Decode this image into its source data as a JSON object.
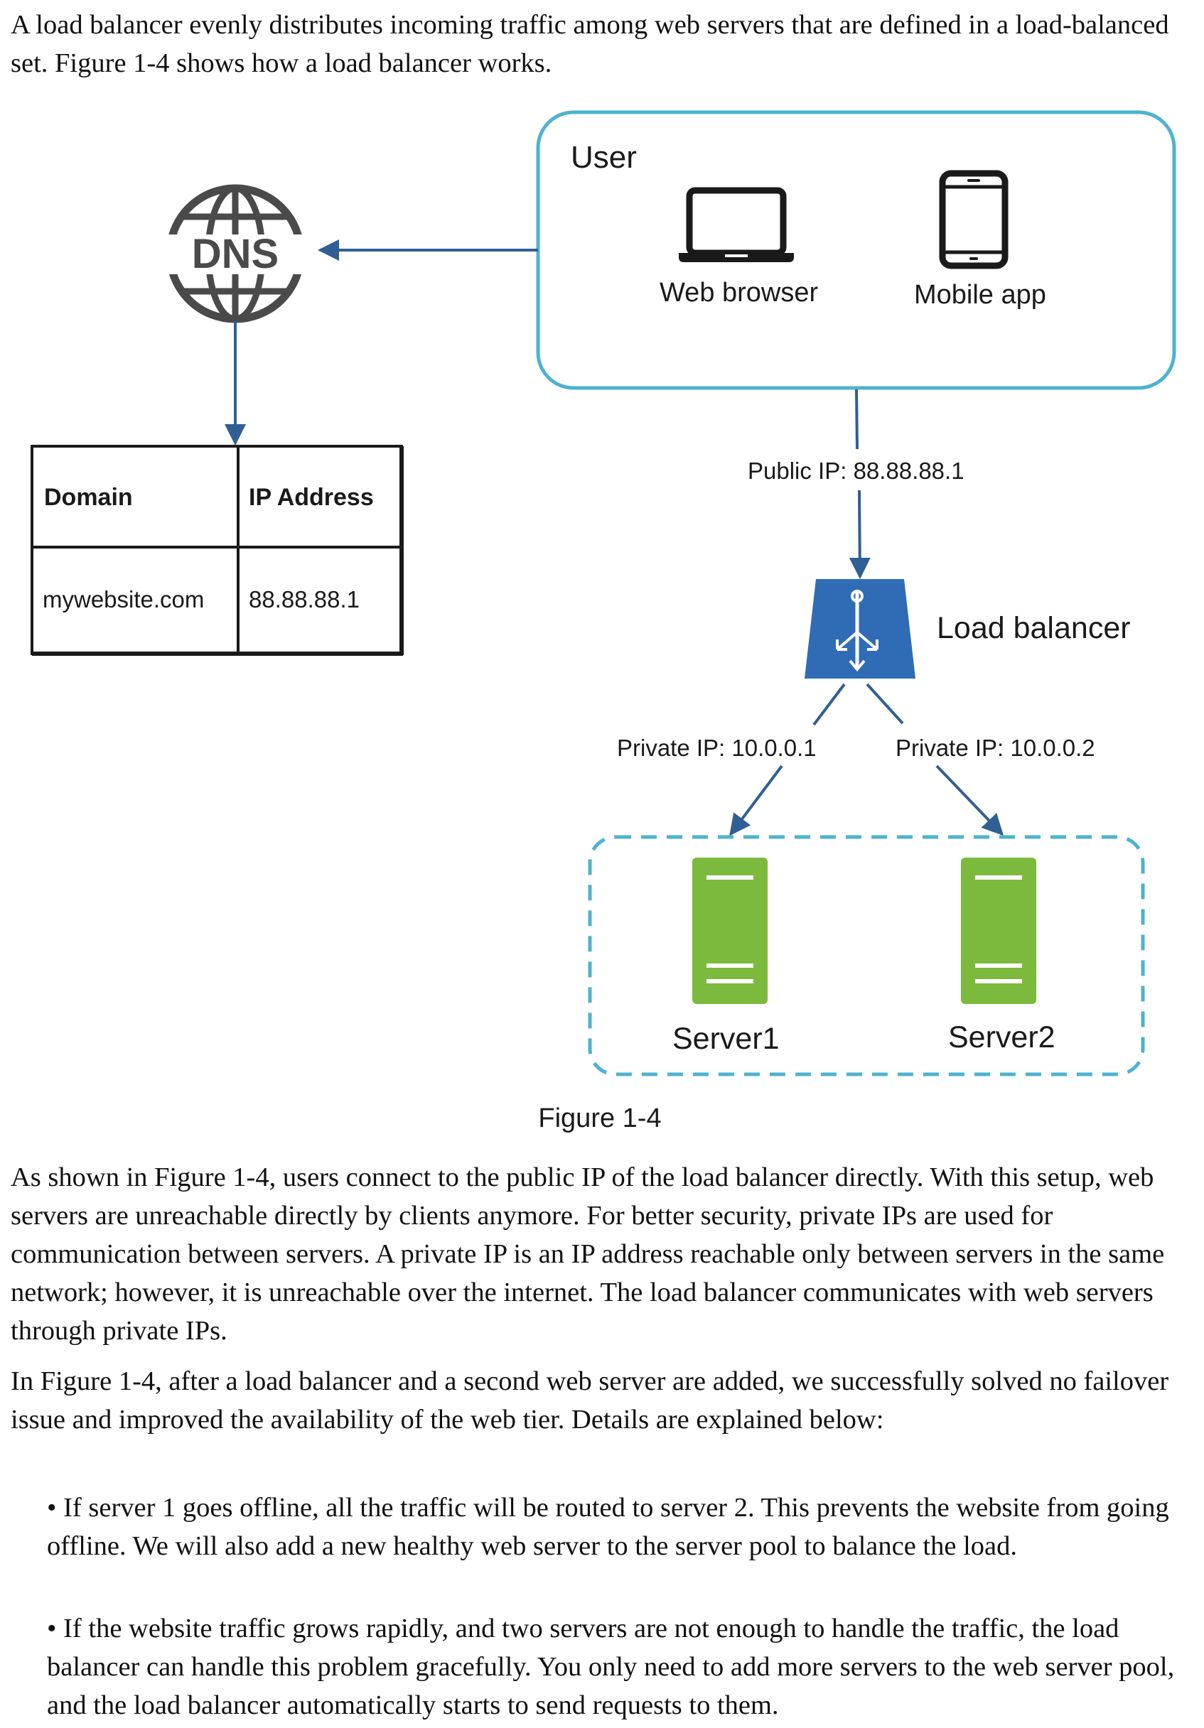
{
  "paragraphs": {
    "intro": "A load balancer evenly distributes incoming traffic among web servers that are defined in a load-balanced set. Figure 1-4 shows how a load balancer works.",
    "explain": "As shown in Figure 1-4, users connect to the public IP of the load balancer directly. With this setup, web servers are unreachable directly by clients anymore. For better security, private IPs are used for communication between servers. A private IP is an IP address reachable only between servers in the same network; however, it is unreachable over the internet. The load balancer communicates with web servers through private IPs.",
    "failover": "In Figure 1-4, after a load balancer and a second web server are added, we successfully solved no failover issue and improved the availability of the web tier. Details are explained below:"
  },
  "bullets": [
    "• If server 1 goes offline, all the traffic will be routed to server 2. This prevents the website from going offline. We will also add a new healthy web server to the server pool to balance the load.",
    "• If the website traffic grows rapidly, and two servers are not enough to handle the traffic, the load balancer can handle this problem gracefully. You only need to add more servers to the web server pool, and the load balancer automatically starts to send requests to them."
  ],
  "diagram": {
    "dns_label": "DNS",
    "user_group_label": "User",
    "web_browser_label": "Web browser",
    "mobile_app_label": "Mobile app",
    "dns_table": {
      "headers": [
        "Domain",
        "IP Address"
      ],
      "row": [
        "mywebsite.com",
        "88.88.88.1"
      ]
    },
    "public_ip_label": "Public IP: 88.88.88.1",
    "load_balancer_label": "Load balancer",
    "private_ip_1_label": "Private IP: 10.0.0.1",
    "private_ip_2_label": "Private IP: 10.0.0.2",
    "server1_label": "Server1",
    "server2_label": "Server2",
    "caption": "Figure 1-4",
    "colors": {
      "user_box_border": "#4db3cf",
      "arrow": "#2f5f93",
      "load_balancer_fill": "#2f6cb5",
      "server_fill": "#7cba3d",
      "dns_icon": "#4a4a4a",
      "server_pool_border": "#4db3cf"
    }
  }
}
